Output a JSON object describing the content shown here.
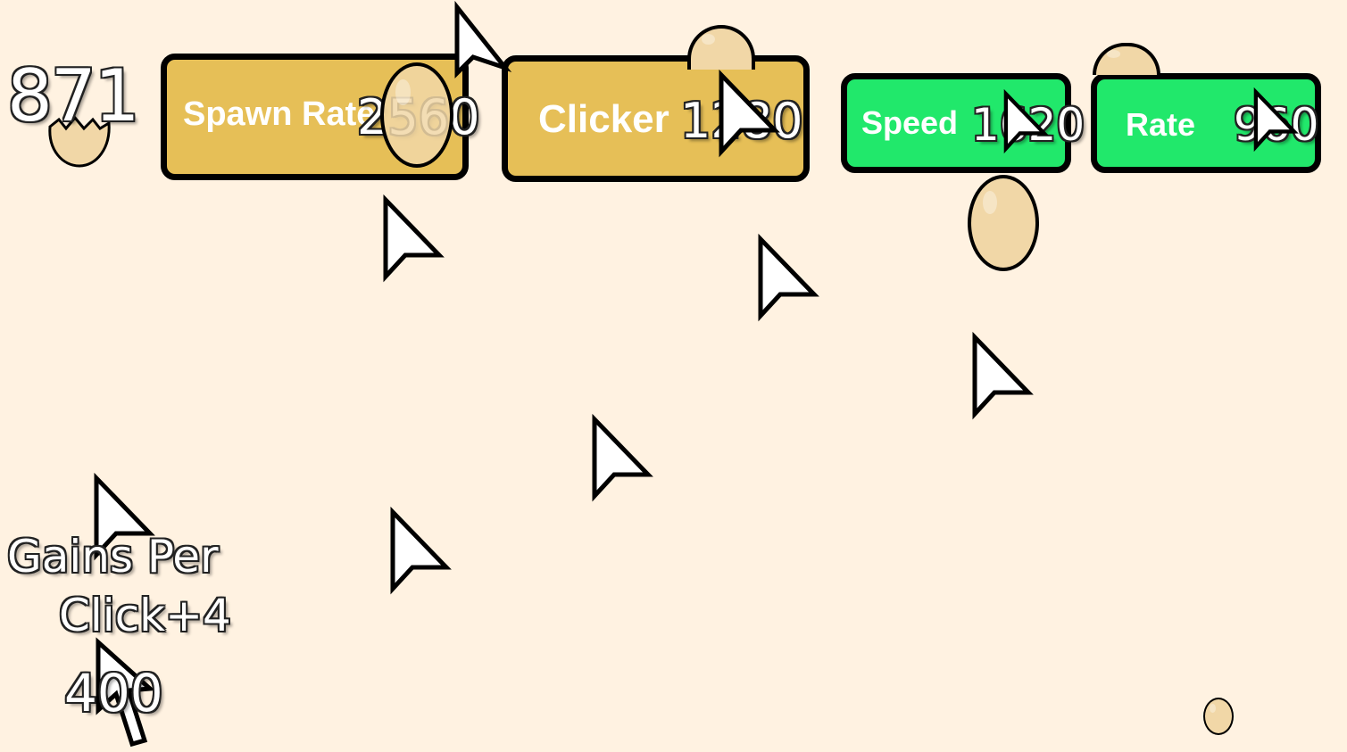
{
  "hud": {
    "egg_count": "871",
    "gains_line1": "Gains Per",
    "gains_line2": "Click+4",
    "gains_cost": "400"
  },
  "upgrades": [
    {
      "label": "Spawn Rate",
      "cost": "2560",
      "color": "#e6bf57"
    },
    {
      "label": "Clicker",
      "cost": "1280",
      "color": "#e6bf57"
    },
    {
      "label": "Speed",
      "cost": "1620",
      "color": "#21e86b"
    },
    {
      "label": "Rate",
      "cost": "960",
      "color": "#21e86b"
    }
  ],
  "colors": {
    "background": "#fff2e1",
    "egg": "#f1d7a7",
    "outline": "#000000"
  },
  "icons": {
    "cursor": "arrow-cursor-icon",
    "egg": "egg-icon",
    "cracked_egg": "cracked-egg-icon"
  }
}
